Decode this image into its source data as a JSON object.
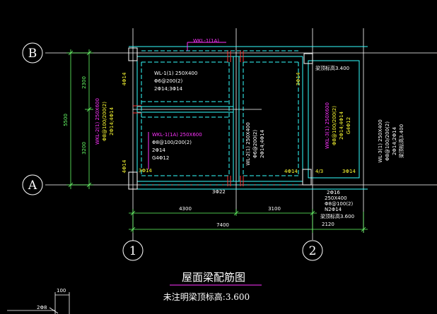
{
  "colors": {
    "background": "#000000",
    "grid_line": "#ffffff",
    "beam_cyan": "#33ffff",
    "rebar_yellow": "#ffff33",
    "rebar_magenta": "#ff33ff",
    "dimension_green": "#66ff66",
    "column_red": "#ff3333"
  },
  "axes": {
    "row_b": "B",
    "row_a": "A",
    "col_1": "1",
    "col_2": "2"
  },
  "dimensions": {
    "total_vertical": "5500",
    "upper_vertical": "2300",
    "lower_vertical": "3200",
    "bay_1": "4300",
    "bay_2": "3100",
    "overall": "7400",
    "small_top_left": "100",
    "small_bottom": "2120"
  },
  "beams": {
    "wkl1_top_label": "WKL-1(1A)",
    "wl1_label": "WL-1(1) 250X400",
    "wl1_stirrup": "Φ6@200(2)",
    "wl1_bars": "2Φ14;3Φ14",
    "wkl2_label": "WKL-2(1) 250X600",
    "wkl2_stirrup": "Φ8@100/200(2)",
    "wkl2_bars": "2Φ14;4Φ14",
    "wkl1_mid_label": "WKL-1(1A) 250X600",
    "wkl1_mid_stirrup": "Φ8@100/200(2)",
    "wkl1_mid_top": "2Φ14",
    "wkl1_mid_side": "G4Φ12",
    "wl2_label": "WL-2(1) 250X400",
    "wl2_stirrup": "Φ6@200(2)",
    "wl2_bars": "2Φ14;4Φ14",
    "wkl3_label": "WKL-3(1) 250X600",
    "wkl3_stirrup": "Φ8@100/200(2)",
    "wkl3_bars": "2Φ14;4Φ14",
    "wkl3_side": "G4Φ12",
    "wl3_label": "WL-3(1) 250X400",
    "wl3_stirrup": "Φ8@100/200(2)",
    "wl3_bars": "2Φ14;2Φ14",
    "wl3_elev": "梁顶标高3.400",
    "top_elev": "梁顶标高3.400",
    "bottom_label": "3Φ22",
    "rebar_4phi14": "4Φ14",
    "rebar_3phi14": "3Φ14",
    "rebar_4phi14_b": "4Φ14",
    "rebar_4_3": "4/3",
    "right_top_bar": "3Φ14",
    "left_bot_bar": "4Φ14"
  },
  "right_callout": {
    "line1": "2Φ16",
    "line2": "250X400",
    "line3": "Φ8@100(2)",
    "line4": "N2Φ14",
    "line5": "梁顶标高3.600"
  },
  "detail": {
    "top_dim": "100",
    "label": "2Φ8"
  },
  "title": {
    "main": "屋面梁配筋图",
    "sub": "未注明梁顶标高:3.600"
  }
}
